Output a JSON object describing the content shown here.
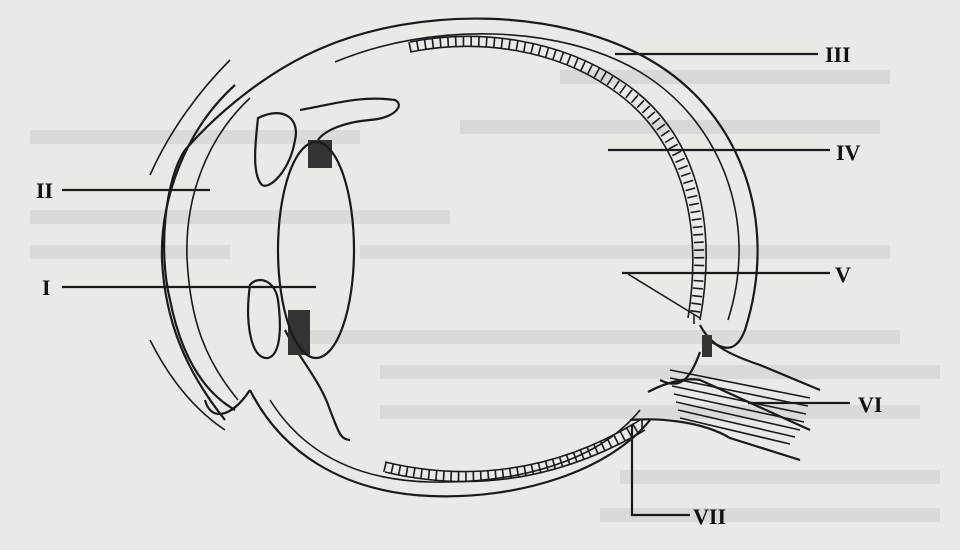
{
  "labels": {
    "I": "I",
    "II": "II",
    "III": "III",
    "IV": "IV",
    "V": "V",
    "VI": "VI",
    "VII": "VII"
  },
  "colors": {
    "background": "#e9e9e6",
    "ink": "#1a1a1a",
    "bleed": "#9a9a98"
  }
}
